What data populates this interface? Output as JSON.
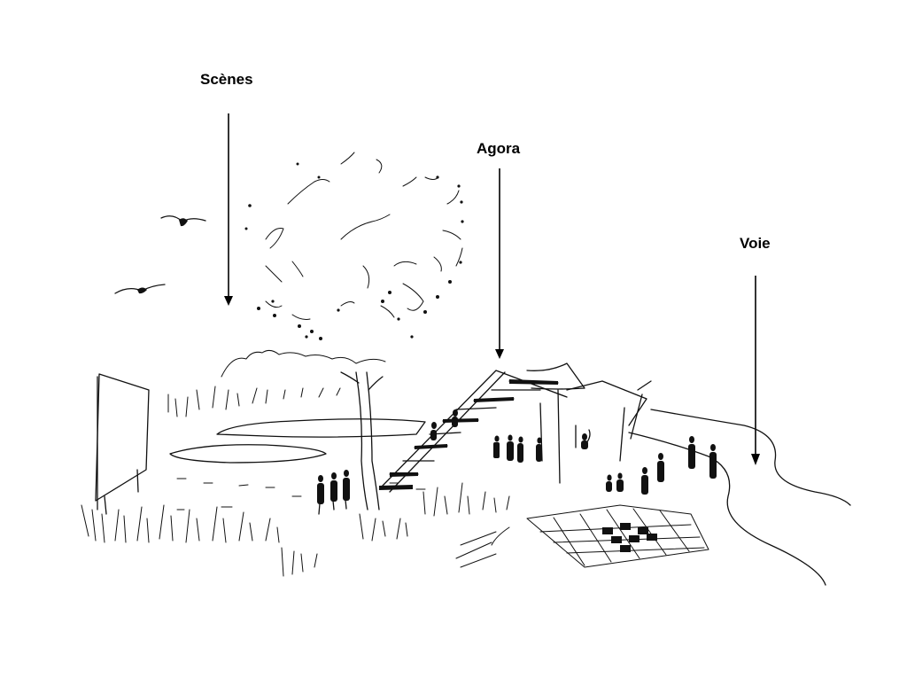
{
  "labels": {
    "scenes": "Scènes",
    "agora": "Agora",
    "voie": "Voie"
  },
  "colors": {
    "ink": "#111111",
    "background": "#ffffff"
  }
}
